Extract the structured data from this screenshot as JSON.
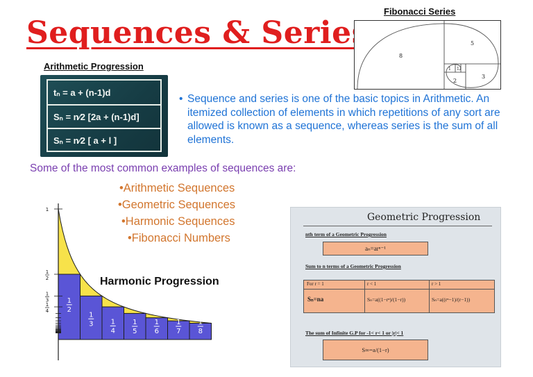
{
  "title": "Sequences & Series",
  "fibonacci": {
    "title": "Fibonacci Series",
    "numbers": [
      "8",
      "5",
      "3",
      "2",
      "1",
      "1"
    ]
  },
  "arithmetic": {
    "title": "Arithmetic Progression",
    "formulas": [
      "tₙ = a + (n-1)d",
      "Sₙ = n⁄2 [2a + (n-1)d]",
      "Sₙ = n⁄2 [ a + l ]"
    ]
  },
  "description": {
    "bullet": "•",
    "text": "Sequence and series is one of the basic topics in Arithmetic. An itemized collection of elements in which repetitions of any sort are allowed is known as a sequence, whereas series is the sum of all elements."
  },
  "examples": {
    "intro": "Some of the most common examples of sequences are:",
    "items": [
      "•Arithmetic Sequences",
      "•Geometric Sequences",
      "•Harmonic Sequences",
      "•Fibonacci Numbers"
    ]
  },
  "harmonic": {
    "label": "Harmonic Progression",
    "axis_labels": [
      "1",
      "1/2",
      "1/3",
      "1/4"
    ],
    "bar_values": [
      0.5,
      0.3333,
      0.25,
      0.2,
      0.1667,
      0.1429,
      0.125
    ],
    "bar_labels": [
      {
        "num": "1",
        "den": "2"
      },
      {
        "num": "1",
        "den": "3"
      },
      {
        "num": "1",
        "den": "4"
      },
      {
        "num": "1",
        "den": "5"
      },
      {
        "num": "1",
        "den": "6"
      },
      {
        "num": "1",
        "den": "7"
      },
      {
        "num": "1",
        "den": "8"
      }
    ],
    "colors": {
      "bar": "#5a55d6",
      "curve_fill": "#f7e24a",
      "stroke": "#1e1e1e"
    }
  },
  "geometric": {
    "title": "Geometric Progression",
    "nth_term_label": "nth term of a Geometric Progression",
    "nth_term_formula": "aₙ=arⁿ⁻¹",
    "sum_label": "Sum to n terms of a Geometric Progression",
    "sum_headers": [
      "For r = 1",
      "r < 1",
      "r > 1"
    ],
    "sum_cells": [
      "Sₙ=na",
      "Sₙ=a((1−rⁿ)/(1−r))",
      "Sₙ=a((rⁿ−1)/(r−1))"
    ],
    "infinite_label": "The sum of Infinite G.P  for -1< r< 1 or |r|< 1",
    "infinite_formula": "S∞=a/(1−r)",
    "colors": {
      "panel": "#dfe4e9",
      "box": "#f5b48e"
    }
  }
}
